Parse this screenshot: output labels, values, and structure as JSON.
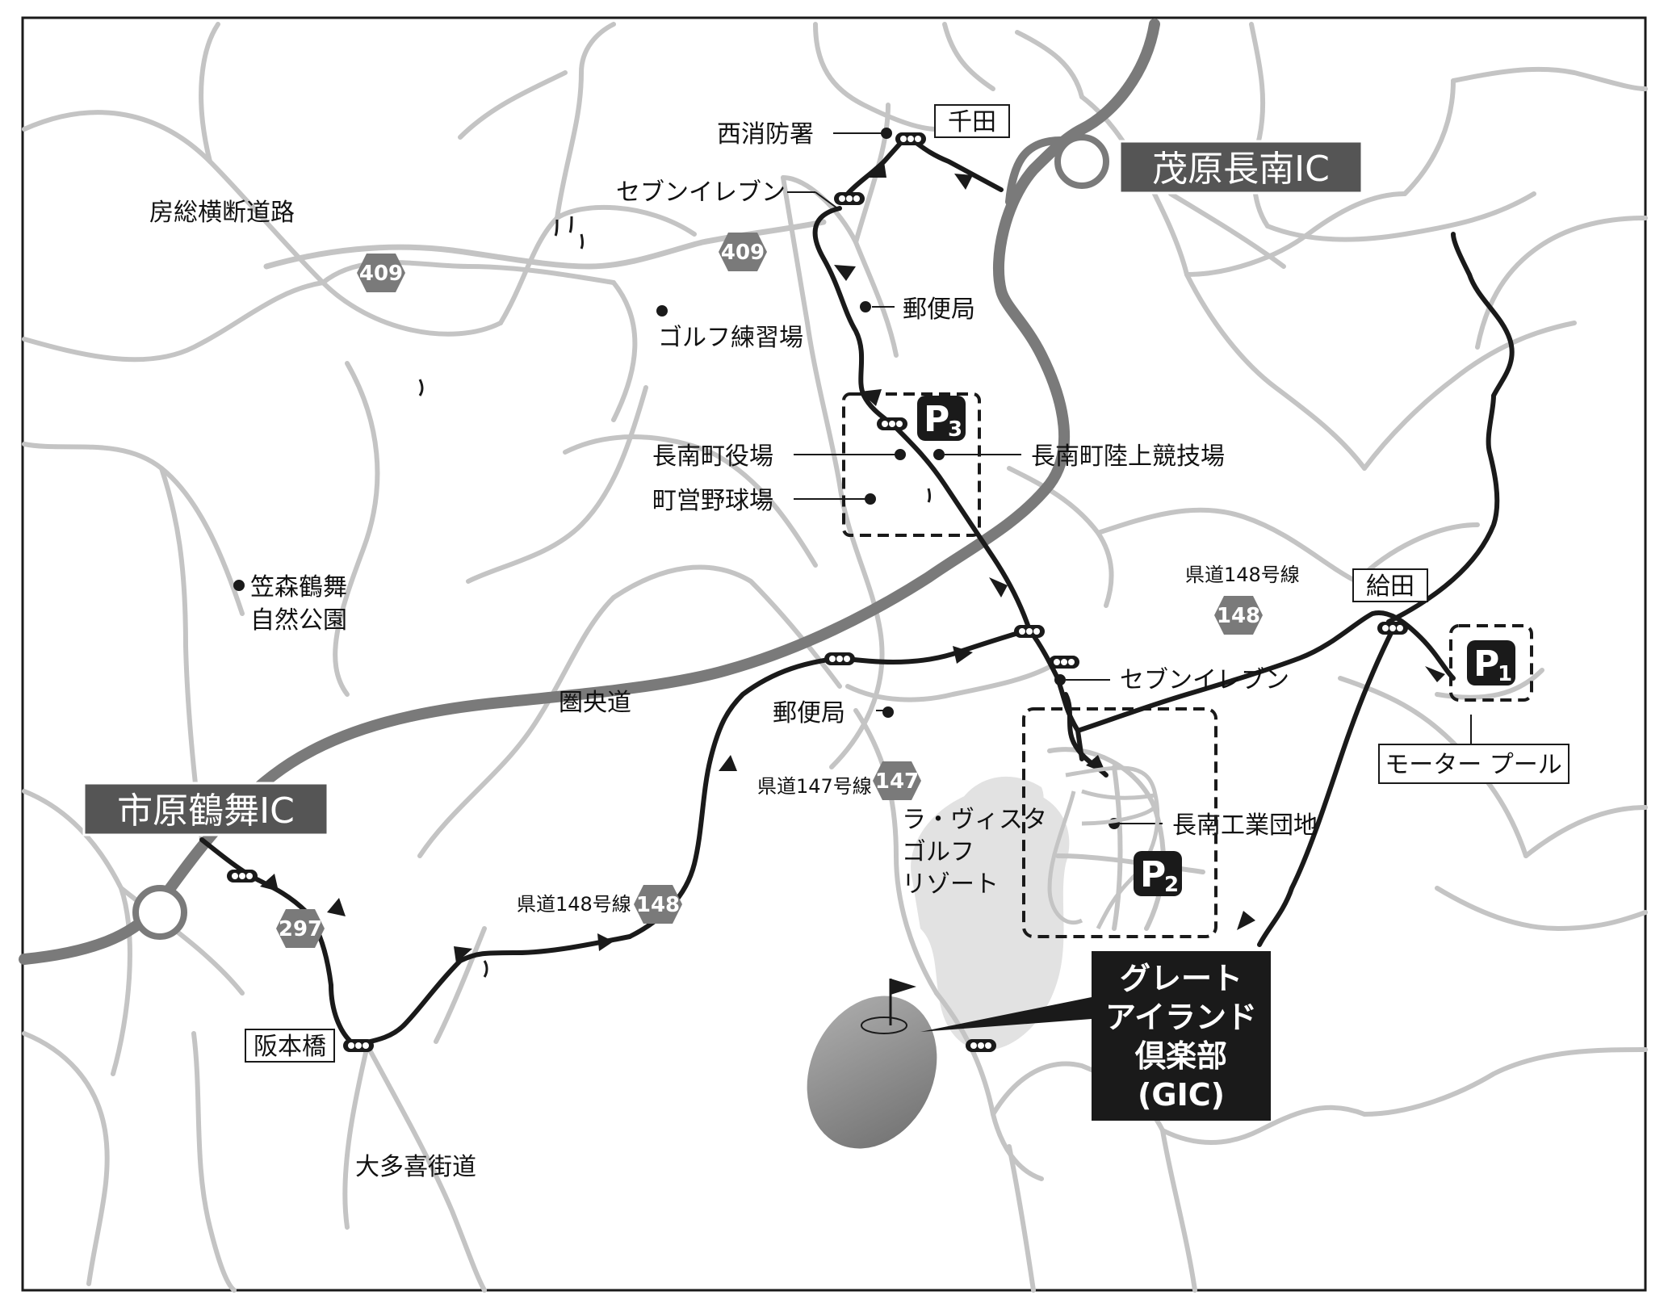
{
  "map": {
    "interchanges": {
      "mobara_chonan": "茂原長南IC",
      "ichihara_tsurumai": "市原鶴舞IC"
    },
    "expressways": {
      "ken_o_do": "圏央道",
      "boso_odan": "房総横断道路",
      "otaki_kaido": "大多喜街道"
    },
    "route_shields": {
      "r409_west": "409",
      "r409_east": "409",
      "r297": "297",
      "r148_south": "148",
      "r148_east": "148",
      "r147": "147"
    },
    "route_names": {
      "pref148_south": "県道148号線",
      "pref148_east": "県道148号線",
      "pref147": "県道147号線"
    },
    "intersections": {
      "senda": "千田",
      "kyuden": "給田",
      "sakamotobashi": "阪本橋"
    },
    "landmarks": {
      "nishi_fire": "西消防署",
      "seven_north": "セブンイレブン",
      "post_north": "郵便局",
      "golf_range": "ゴルフ練習場",
      "chonan_townhall": "長南町役場",
      "chonan_stadium": "長南町陸上競技場",
      "town_baseball": "町営野球場",
      "kasamori_1": "笠森鶴舞",
      "kasamori_2": "自然公園",
      "seven_south": "セブンイレブン",
      "post_south": "郵便局",
      "lavista_1": "ラ・ヴィスタ",
      "lavista_2": "ゴルフ",
      "lavista_3": "リゾート",
      "industrial_park": "長南工業団地",
      "motor_pool": "モーター プール"
    },
    "parking": {
      "p1": {
        "letter": "P",
        "num": "1"
      },
      "p2": {
        "letter": "P",
        "num": "2"
      },
      "p3": {
        "letter": "P",
        "num": "3"
      }
    },
    "destination": {
      "line1": "グレート",
      "line2": "アイランド",
      "line3": "倶楽部",
      "line4": "(GIC)"
    },
    "colors": {
      "expressway": "#7a7a7a",
      "road": "#c4c4c4",
      "route": "#1a1a1a",
      "label_box": "#555555",
      "golf_area": "#e0e0e0",
      "green_oval": "#888888",
      "destination_box": "#1a1a1a"
    }
  }
}
